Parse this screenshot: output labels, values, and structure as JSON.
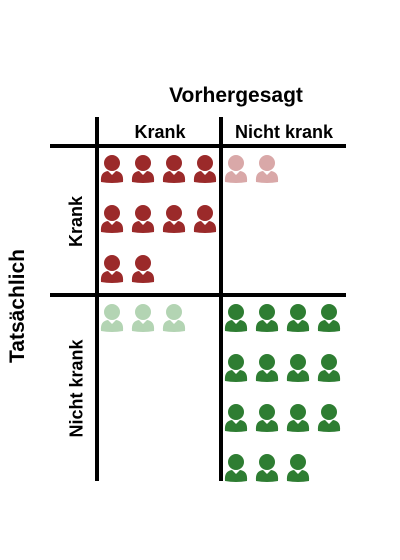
{
  "title_predicted": "Vorhergesagt",
  "title_actual": "Tatsächlich",
  "columns": [
    "Krank",
    "Nicht krank"
  ],
  "rows": [
    "Krank",
    "Nicht krank"
  ],
  "colors": {
    "true_positive": "#9b2a2a",
    "false_negative": "#d9a8a8",
    "false_positive": "#b3d4b3",
    "true_negative": "#2e7d32",
    "grid": "#000000"
  },
  "icon": "person-icon",
  "cells": [
    {
      "actual": "Krank",
      "predicted": "Krank",
      "count": 10,
      "style": "true_positive"
    },
    {
      "actual": "Krank",
      "predicted": "Nicht krank",
      "count": 2,
      "style": "false_negative"
    },
    {
      "actual": "Nicht krank",
      "predicted": "Krank",
      "count": 3,
      "style": "false_positive"
    },
    {
      "actual": "Nicht krank",
      "predicted": "Nicht krank",
      "count": 15,
      "style": "true_negative"
    }
  ]
}
